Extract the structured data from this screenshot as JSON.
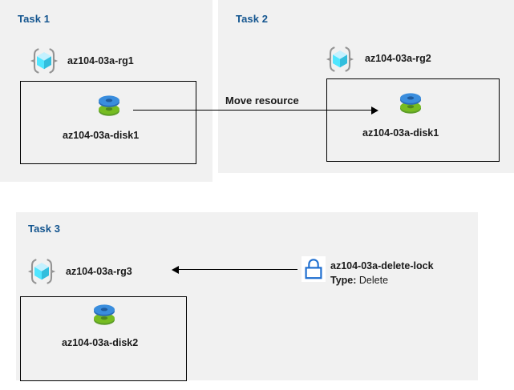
{
  "diagram": {
    "title": "Azure resource tasks diagram",
    "colors": {
      "panel_background": "#f1f1f1",
      "page_background": "#ffffff",
      "task_title": "#14558f",
      "box_border": "#000000",
      "arrow": "#000000",
      "disk_top": "#3a8ddd",
      "disk_bottom": "#76bc21",
      "resource_group_cube": "#50e6ff",
      "resource_group_bracket": "#949494",
      "lock": "#1f6fd0"
    }
  },
  "panels": [
    {
      "id": "task1",
      "title": "Task 1",
      "resource_group": {
        "name": "az104-03a-rg1",
        "icon": "resource-group-icon"
      },
      "resource": {
        "name": "az104-03a-disk1",
        "icon": "managed-disk-icon"
      }
    },
    {
      "id": "task2",
      "title": "Task 2",
      "resource_group": {
        "name": "az104-03a-rg2",
        "icon": "resource-group-icon"
      },
      "resource": {
        "name": "az104-03a-disk1",
        "icon": "managed-disk-icon"
      }
    },
    {
      "id": "task3",
      "title": "Task 3",
      "resource_group": {
        "name": "az104-03a-rg3",
        "icon": "resource-group-icon"
      },
      "resource": {
        "name": "az104-03a-disk2",
        "icon": "managed-disk-icon"
      },
      "lock": {
        "icon": "lock-icon",
        "name": "az104-03a-delete-lock",
        "type_label": "Type:",
        "type_value": "Delete"
      }
    }
  ],
  "connectors": [
    {
      "id": "move-resource",
      "label": "Move resource",
      "direction": "right",
      "from": "az104-03a-disk1 (Task 1)",
      "to": "az104-03a-disk1 (Task 2)"
    },
    {
      "id": "lock-applies-to-rg",
      "label": "",
      "direction": "left",
      "from": "az104-03a-delete-lock",
      "to": "az104-03a-rg3"
    }
  ]
}
